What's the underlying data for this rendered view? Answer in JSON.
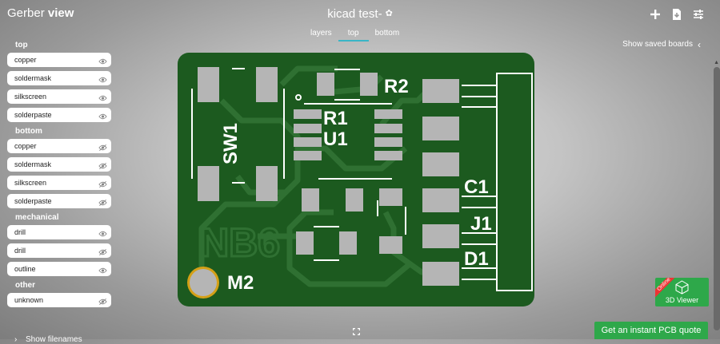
{
  "header": {
    "app_title_light": "Gerber",
    "app_title_bold": "view",
    "board_title": "kicad test-",
    "icons": [
      "add-icon",
      "download-icon",
      "sliders-icon",
      "gear-icon"
    ]
  },
  "tabs": [
    {
      "label": "layers"
    },
    {
      "label": "top"
    },
    {
      "label": "bottom"
    }
  ],
  "saved_boards_label": "Show saved boards",
  "sidebar": {
    "groups": [
      {
        "title": "top",
        "layers": [
          {
            "label": "copper",
            "visible": true
          },
          {
            "label": "soldermask",
            "visible": true
          },
          {
            "label": "silkscreen",
            "visible": true
          },
          {
            "label": "solderpaste",
            "visible": true
          }
        ]
      },
      {
        "title": "bottom",
        "layers": [
          {
            "label": "copper",
            "visible": false
          },
          {
            "label": "soldermask",
            "visible": false
          },
          {
            "label": "silkscreen",
            "visible": false
          },
          {
            "label": "solderpaste",
            "visible": false
          }
        ]
      },
      {
        "title": "mechanical",
        "layers": [
          {
            "label": "drill",
            "visible": true
          },
          {
            "label": "drill",
            "visible": false
          },
          {
            "label": "outline",
            "visible": true
          }
        ]
      },
      {
        "title": "other",
        "layers": [
          {
            "label": "unknown",
            "visible": false
          }
        ]
      }
    ]
  },
  "pcb": {
    "labels": {
      "sw1": "SW1",
      "r1": "R1",
      "u1": "U1",
      "r2": "R2",
      "c1": "C1",
      "j1": "J1",
      "d1": "D1",
      "m2": "M2",
      "nb6": "NB6"
    },
    "colors": {
      "board": "#1c5a1f",
      "trace": "#3a7a3a",
      "pad": "#b5b5b5",
      "silk": "#ffffff",
      "hole": "#d4a017"
    }
  },
  "footer": {
    "viewer3d_label": "3D Viewer",
    "online_badge": "Online",
    "quote_button": "Get an instant PCB quote",
    "show_filenames": "Show filenames"
  },
  "colors": {
    "accent": "#3ab5c6",
    "green_button": "#2ea84a"
  }
}
